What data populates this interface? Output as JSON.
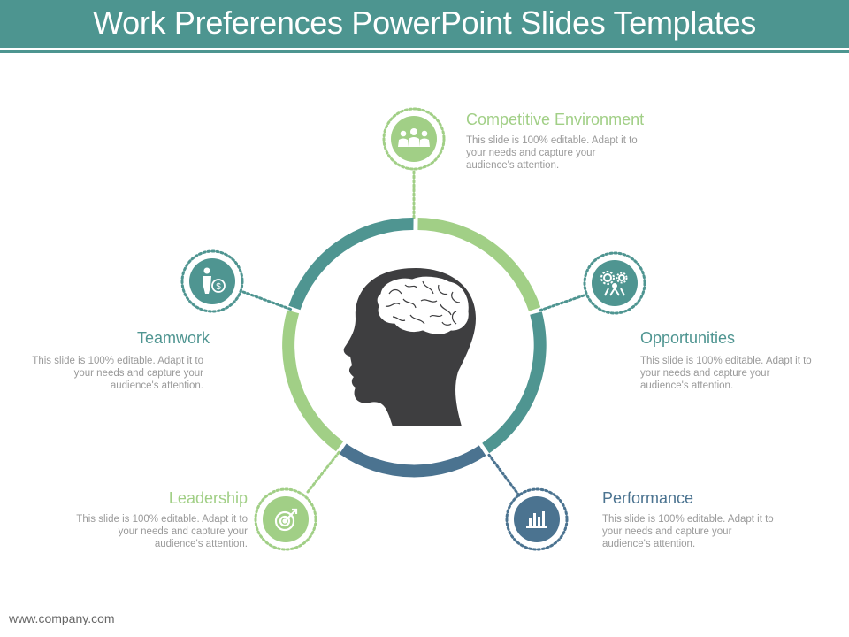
{
  "title": "Work Preferences PowerPoint Slides Templates",
  "footer": "www.company.com",
  "colors": {
    "header": "#4d9590",
    "green": "#a1cf86",
    "teal": "#4f9591",
    "blue": "#4b7390",
    "head": "#3e3e40"
  },
  "items": [
    {
      "title": "Competitive Environment",
      "desc": "This slide is 100% editable. Adapt it to your needs and capture your audience's attention.",
      "icon": "people-group-icon",
      "color": "#a1cf86"
    },
    {
      "title": "Opportunities",
      "desc": "This slide is 100% editable. Adapt it to your needs and capture your audience's attention.",
      "icon": "gears-icon",
      "color": "#4f9591"
    },
    {
      "title": "Performance",
      "desc": "This slide is 100% editable. Adapt it to your needs and capture your audience's attention.",
      "icon": "bar-chart-icon",
      "color": "#4b7390"
    },
    {
      "title": "Leadership",
      "desc": "This slide is 100% editable. Adapt it to your needs and capture your audience's attention.",
      "icon": "target-icon",
      "color": "#a1cf86"
    },
    {
      "title": "Teamwork",
      "desc": "This slide is 100% editable. Adapt it to your needs and capture your audience's attention.",
      "icon": "businessman-money-icon",
      "color": "#4f9591"
    }
  ]
}
